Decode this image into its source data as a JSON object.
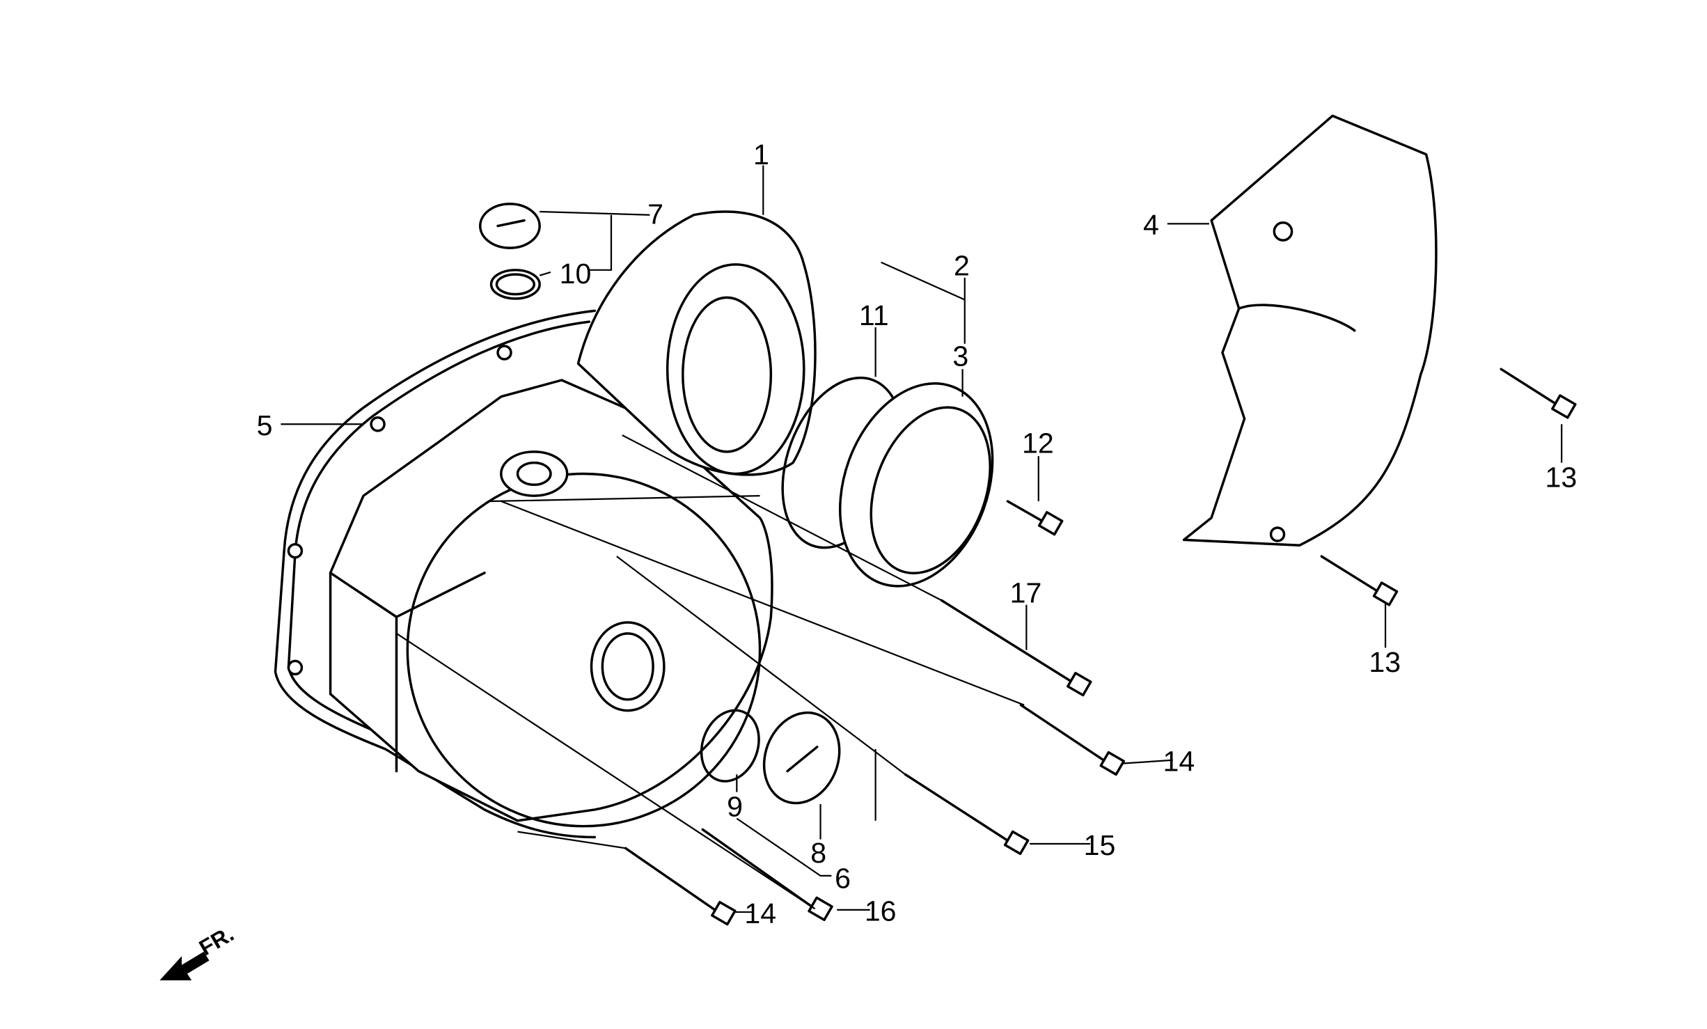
{
  "diagram": {
    "type": "exploded-parts-diagram",
    "direction_label": "FR.",
    "callouts": {
      "c1": "1",
      "c2": "2",
      "c3": "3",
      "c4": "4",
      "c5": "5",
      "c6": "6",
      "c7": "7",
      "c8": "8",
      "c9": "9",
      "c10": "10",
      "c11": "11",
      "c12": "12",
      "c13a": "13",
      "c13b": "13",
      "c14a": "14",
      "c14b": "14",
      "c15": "15",
      "c16": "16",
      "c17": "17"
    }
  }
}
